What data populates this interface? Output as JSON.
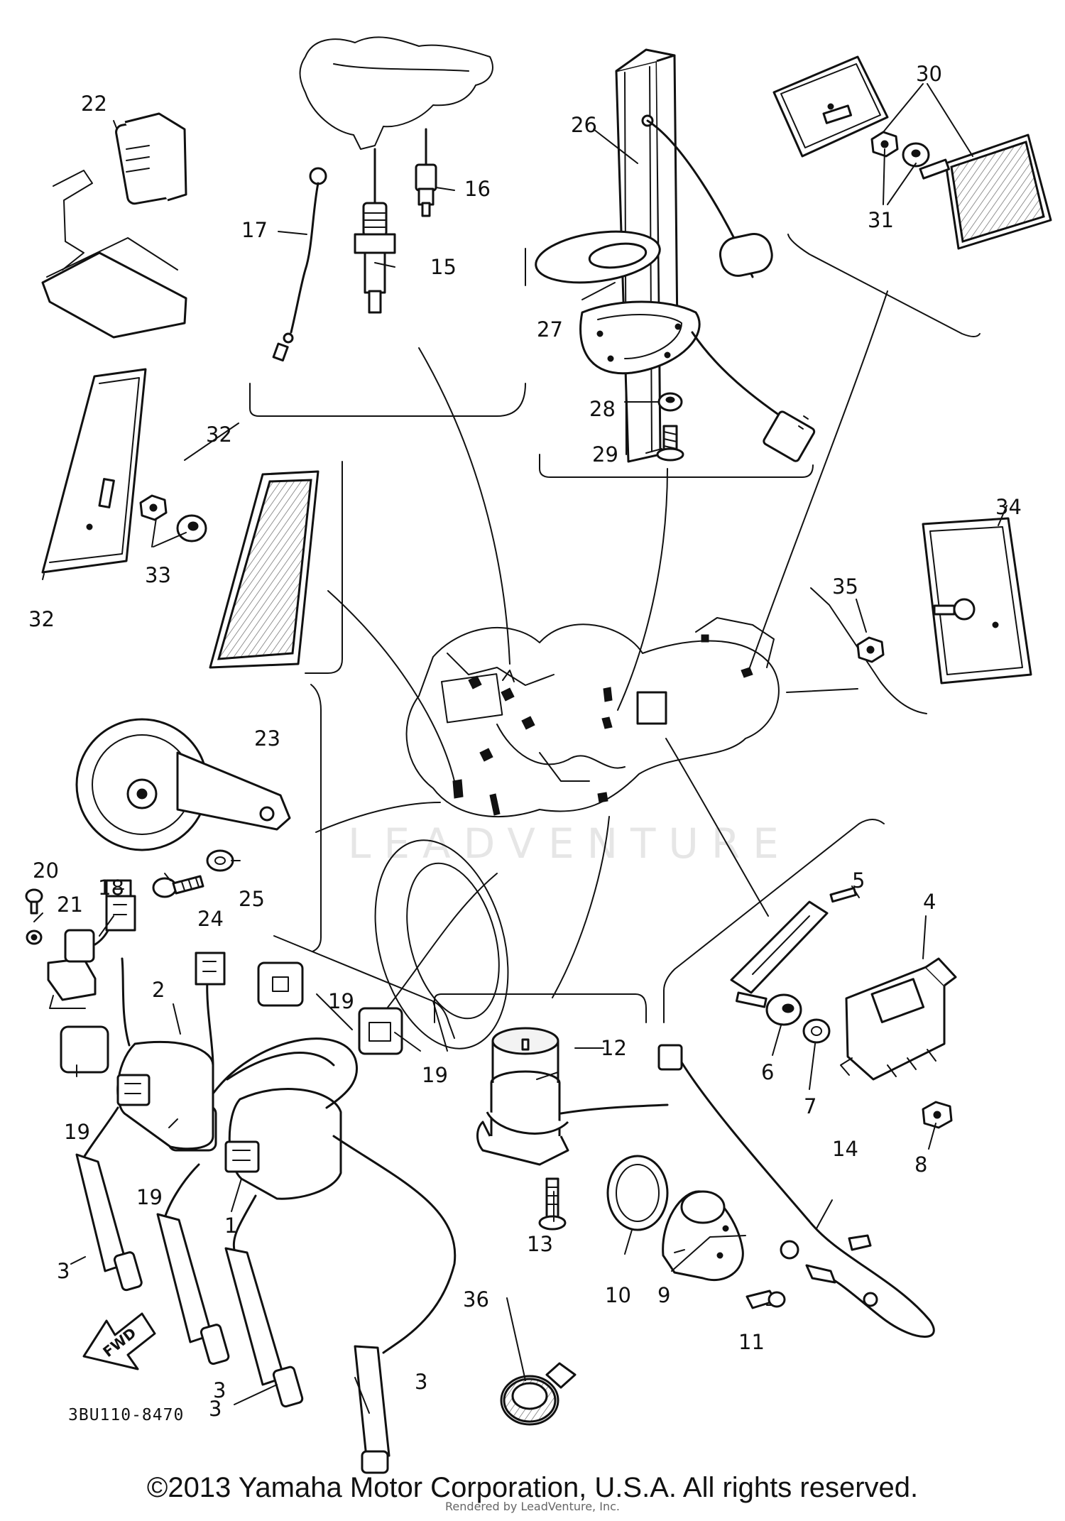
{
  "diagram": {
    "catalog_number": "3BU110-8470",
    "fwd_label": "FWD",
    "watermark_brand": "LEADVENTURE",
    "callouts": [
      {
        "id": "c1",
        "label": "1"
      },
      {
        "id": "c2",
        "label": "2"
      },
      {
        "id": "c3a",
        "label": "3"
      },
      {
        "id": "c3b",
        "label": "3"
      },
      {
        "id": "c3c",
        "label": "3"
      },
      {
        "id": "c3d",
        "label": "3"
      },
      {
        "id": "c4",
        "label": "4"
      },
      {
        "id": "c5",
        "label": "5"
      },
      {
        "id": "c6",
        "label": "6"
      },
      {
        "id": "c7",
        "label": "7"
      },
      {
        "id": "c8",
        "label": "8"
      },
      {
        "id": "c9",
        "label": "9"
      },
      {
        "id": "c10",
        "label": "10"
      },
      {
        "id": "c11",
        "label": "11"
      },
      {
        "id": "c12",
        "label": "12"
      },
      {
        "id": "c13",
        "label": "13"
      },
      {
        "id": "c14",
        "label": "14"
      },
      {
        "id": "c15",
        "label": "15"
      },
      {
        "id": "c16",
        "label": "16"
      },
      {
        "id": "c17",
        "label": "17"
      },
      {
        "id": "c18",
        "label": "18"
      },
      {
        "id": "c19a",
        "label": "19"
      },
      {
        "id": "c19b",
        "label": "19"
      },
      {
        "id": "c19c",
        "label": "19"
      },
      {
        "id": "c19d",
        "label": "19"
      },
      {
        "id": "c20",
        "label": "20"
      },
      {
        "id": "c21",
        "label": "21"
      },
      {
        "id": "c22",
        "label": "22"
      },
      {
        "id": "c23",
        "label": "23"
      },
      {
        "id": "c24",
        "label": "24"
      },
      {
        "id": "c25",
        "label": "25"
      },
      {
        "id": "c26",
        "label": "26"
      },
      {
        "id": "c27",
        "label": "27"
      },
      {
        "id": "c28",
        "label": "28"
      },
      {
        "id": "c29",
        "label": "29"
      },
      {
        "id": "c30",
        "label": "30"
      },
      {
        "id": "c31",
        "label": "31"
      },
      {
        "id": "c32a",
        "label": "32"
      },
      {
        "id": "c32b",
        "label": "32"
      },
      {
        "id": "c33",
        "label": "33"
      },
      {
        "id": "c34",
        "label": "34"
      },
      {
        "id": "c35",
        "label": "35"
      },
      {
        "id": "c36",
        "label": "36"
      }
    ]
  },
  "footer": {
    "copyright": "©2013 Yamaha Motor Corporation, U.S.A. All rights reserved.",
    "rendered_by": "Rendered by LeadVenture, Inc."
  }
}
